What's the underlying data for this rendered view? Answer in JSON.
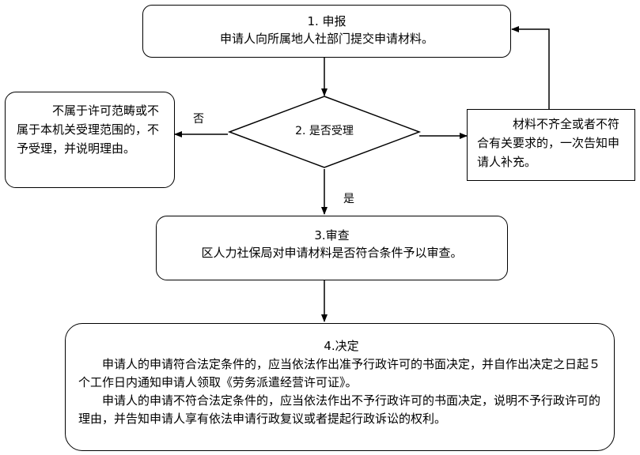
{
  "steps": {
    "apply": {
      "title": "1. 申报",
      "body": "申请人向所属地人社部门提交申请材料。"
    },
    "accept": {
      "title": "2. 是否受理"
    },
    "review": {
      "title": "3.审查",
      "body": "区人力社保局对申请材料是否符合条件予以审查。"
    },
    "decision": {
      "title": "4.决定",
      "para1": "申请人的申请符合法定条件的，应当依法作出准予行政许可的书面决定，并自作出决定之日起５个工作日内通知申请人领取《劳务派遣经营许可证》。",
      "para2": "申请人的申请不符合法定条件的，应当依法作出不予行政许可的书面决定，说明不予行政许可的理由，并告知申请人享有依法申请行政复议或者提起行政诉讼的权利。"
    }
  },
  "side_boxes": {
    "reject": "不属于许可范畴或不属于本机关受理范围的，不予受理，并说明理由。",
    "supplement": "材料不齐全或者不符合有关要求的，一次告知申请人补充。"
  },
  "edge_labels": {
    "no": "否",
    "yes": "是"
  }
}
